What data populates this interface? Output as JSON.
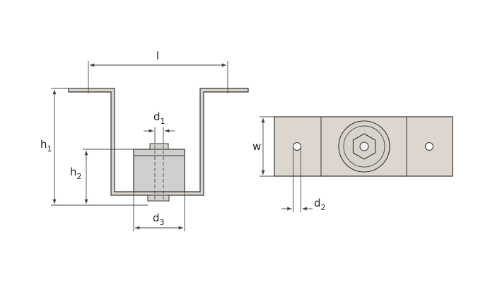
{
  "labels": {
    "l": "l",
    "h1": {
      "base": "h",
      "sub": "1"
    },
    "h2": {
      "base": "h",
      "sub": "2"
    },
    "d1": {
      "base": "d",
      "sub": "1"
    },
    "d2": {
      "base": "d",
      "sub": "2"
    },
    "d3": {
      "base": "d",
      "sub": "3"
    },
    "w": "w"
  },
  "colors": {
    "line": "#333333",
    "bracket_fill": "#d8d2cc",
    "damper_fill": "#cfcfcf",
    "plate_fill": "#ddd6cf",
    "dim": "#444444"
  }
}
